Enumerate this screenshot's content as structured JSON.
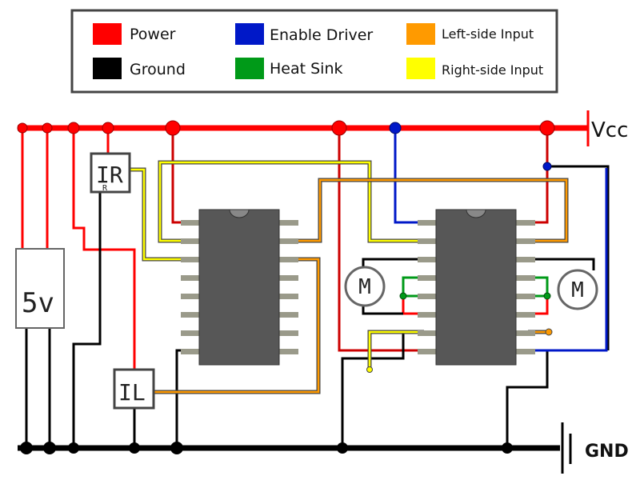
{
  "legend": {
    "items": [
      {
        "label": "Power",
        "color": "#ff0000"
      },
      {
        "label": "Ground",
        "color": "#000000"
      },
      {
        "label": "Enable Driver",
        "color": "#0018c8"
      },
      {
        "label": "Heat Sink",
        "color": "#009a18"
      },
      {
        "label": "Left-side Input",
        "color": "#ff9a00"
      },
      {
        "label": "Right-side Input",
        "color": "#ffff00"
      }
    ]
  },
  "rails": {
    "vcc_label": "Vcc",
    "gnd_label": "GND"
  },
  "components": {
    "supply_label": "5v",
    "ir_right_label": "IR",
    "ir_right_sub": "R",
    "ir_left_label": "IL",
    "motor_left_label": "M",
    "motor_right_label": "M"
  },
  "colors": {
    "power": "#ff0000",
    "ground": "#000000",
    "enable": "#0018c8",
    "heat_sink": "#009a18",
    "left_input": "#ff9a00",
    "right_input": "#ffff00",
    "chip_body": "#575757",
    "chip_pin": "#9a9a8a"
  }
}
